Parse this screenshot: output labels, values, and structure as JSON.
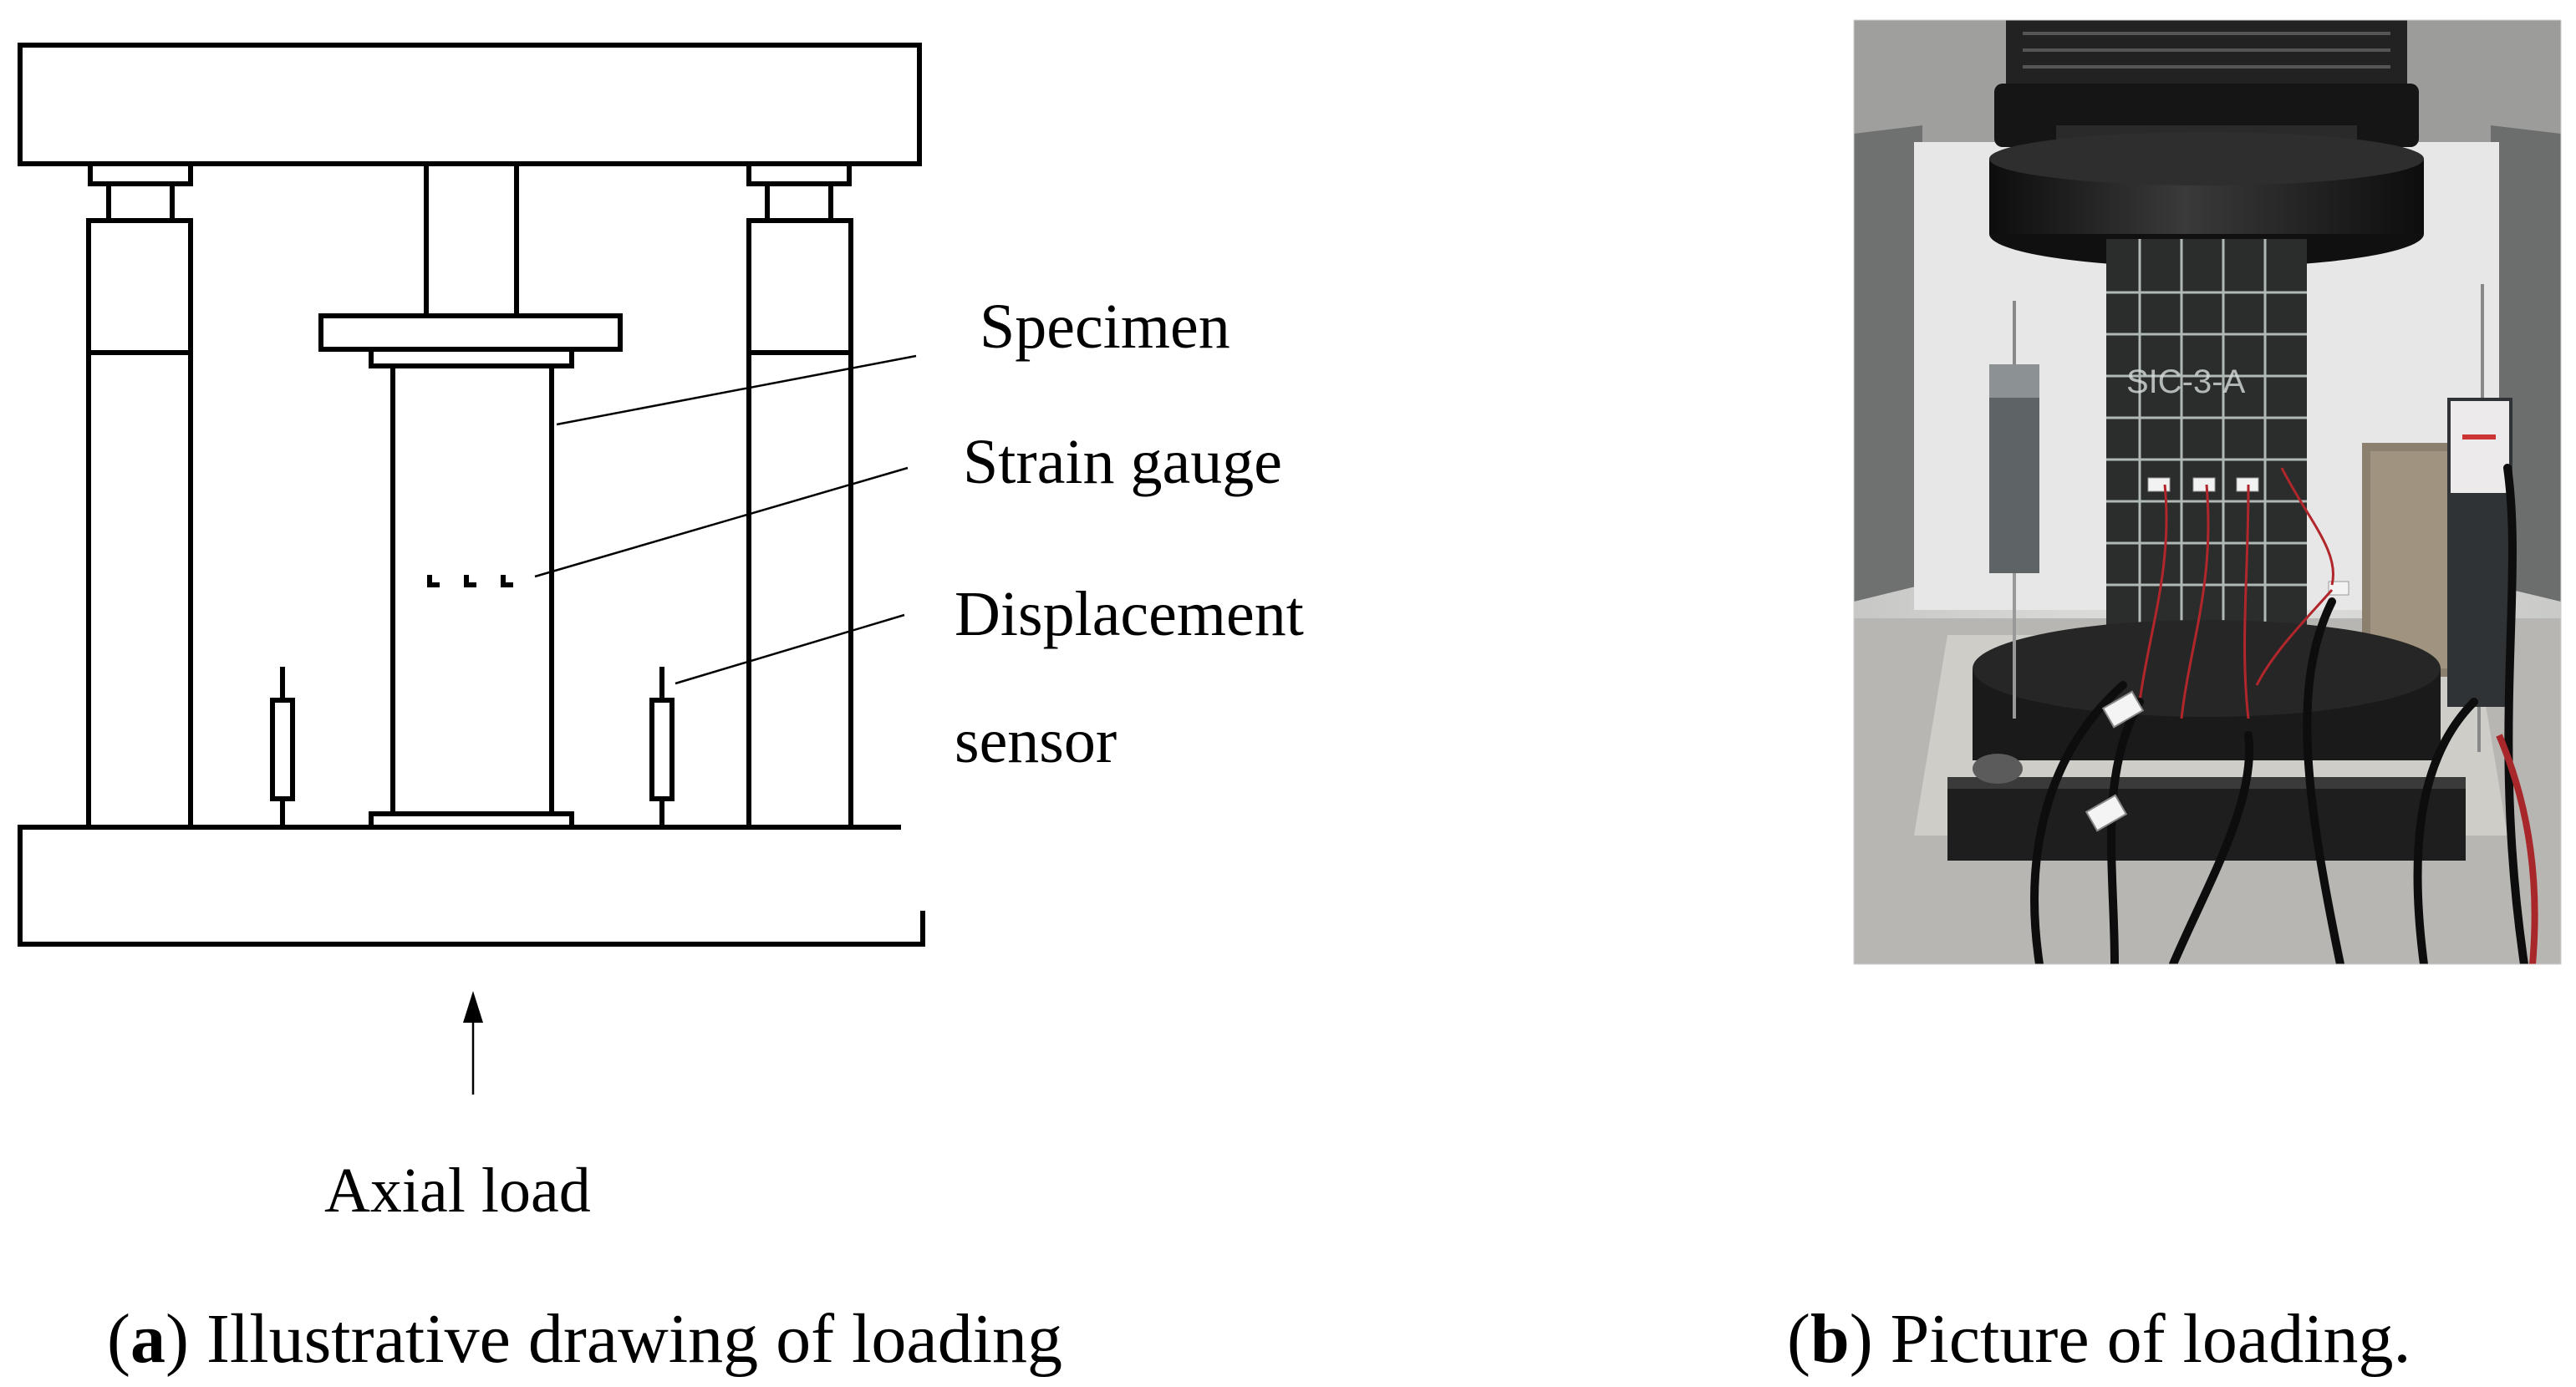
{
  "panel_a": {
    "labels": {
      "specimen": "Specimen",
      "strain_gauge": "Strain gauge",
      "displacement_line1": "Displacement",
      "displacement_line2": "sensor",
      "axial_load": "Axial load"
    },
    "caption": {
      "open_paren": "(",
      "letter": "a",
      "text": ") Illustrative drawing of loading"
    }
  },
  "panel_b": {
    "photo": {
      "specimen_marking": "SIC-3-A"
    },
    "caption": {
      "open_paren": "(",
      "letter": "b",
      "text": ") Picture of loading."
    }
  },
  "colors": {
    "line": "#000000",
    "background": "#ffffff",
    "photo_wall": "#d8d8d6",
    "photo_machine": "#1e1e1e",
    "photo_specimen": "#2a2c2c",
    "photo_grid": "#c9d2d0",
    "photo_wire": "#b1262b"
  }
}
